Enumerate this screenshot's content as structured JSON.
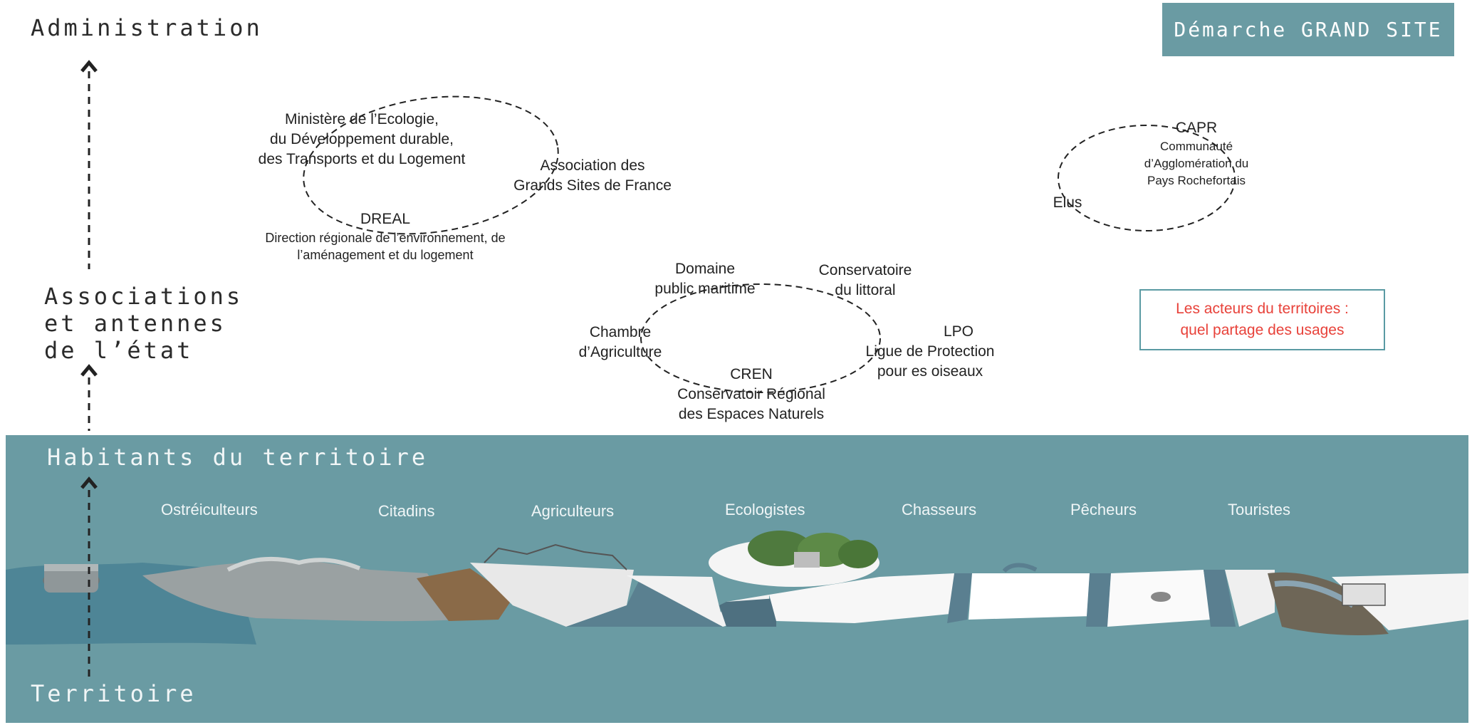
{
  "colors": {
    "band": "#6a9ba3",
    "badge": "#6a9ba3",
    "callout_text": "#e8423a",
    "callout_border": "#5a9aa3",
    "water": "#4e8596",
    "arrow": "#222222"
  },
  "badge": {
    "label": "Démarche GRAND SITE"
  },
  "levels": {
    "administration": "Administration",
    "associations": [
      "Associations",
      "et antennes",
      "de l’état"
    ],
    "habitants": "Habitants du territoire",
    "territoire": "Territoire"
  },
  "cluster_state": {
    "ministere": [
      "Ministère de l’Ecologie,",
      "du Développement durable,",
      "des Transports et du Logement"
    ],
    "association": [
      "Association des",
      "Grands Sites de France"
    ],
    "dreal_title": "DREAL",
    "dreal": [
      "Direction régionale de l’environnement, de",
      "l’aménagement et du logement"
    ]
  },
  "cluster_local": {
    "capr_title": "CAPR",
    "capr": [
      "Communauté",
      "d’Agglomération du",
      "Pays Rochefortais"
    ],
    "elus": "Elus"
  },
  "cluster_assoc": {
    "domaine": [
      "Domaine",
      "public maritime"
    ],
    "conservatoire": [
      "Conservatoire",
      "du littoral"
    ],
    "chambre": [
      "Chambre",
      "d’Agriculture"
    ],
    "lpo_title": "LPO",
    "lpo": [
      "Ligue de Protection",
      "pour es oiseaux"
    ],
    "cren_title": "CREN",
    "cren": [
      "Conservatoir Régional",
      "des Espaces Naturels"
    ]
  },
  "callout": [
    "Les acteurs du territoires :",
    "quel partage des usages"
  ],
  "groups": [
    "Ostréiculteurs",
    "Citadins",
    "Agriculteurs",
    "Ecologistes",
    "Chasseurs",
    "Pêcheurs",
    "Touristes"
  ]
}
